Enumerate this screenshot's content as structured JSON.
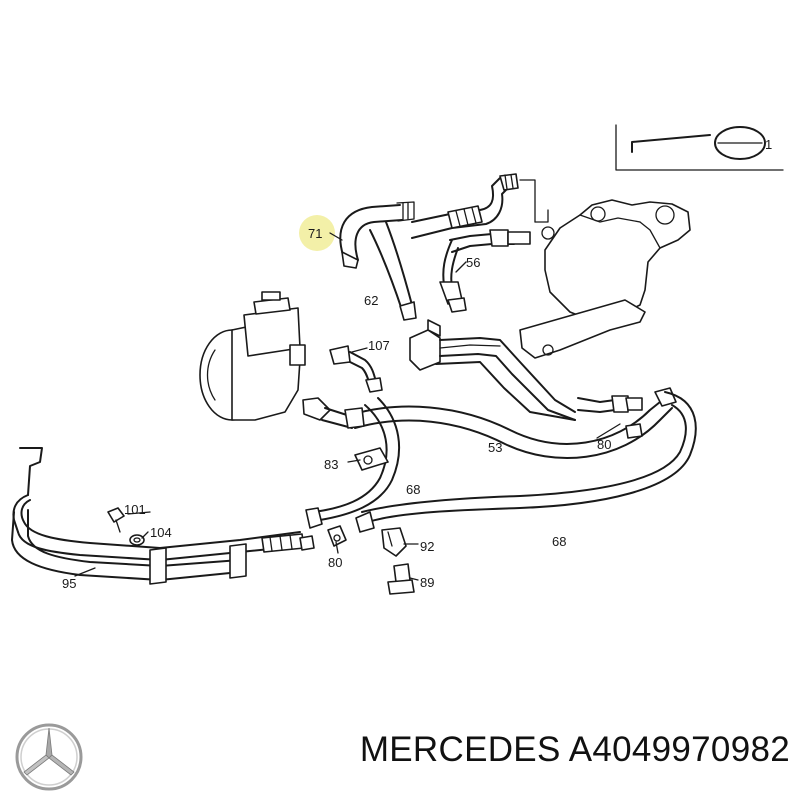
{
  "diagram": {
    "highlight_color": "#f3f0a8",
    "line_color": "#1a1a1a",
    "callouts": {
      "c71": "71",
      "c56": "56",
      "c62": "62",
      "c107": "107",
      "c53": "53",
      "c80a": "80",
      "c83": "83",
      "c68a": "68",
      "c101": "101",
      "c104": "104",
      "c92": "92",
      "c68b": "68",
      "c80b": "80",
      "c89": "89",
      "c95": "95",
      "inset_1": "1"
    }
  },
  "footer": {
    "brand": "MERCEDES",
    "part_number": "A4049970982",
    "logo_icon": "mercedes-star-icon"
  }
}
